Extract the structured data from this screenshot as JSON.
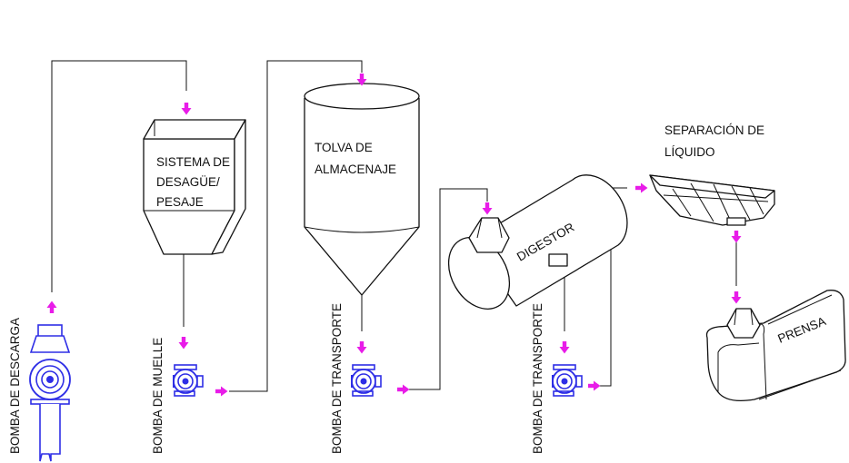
{
  "colors": {
    "arrow": "#E81CE8",
    "pump": "#2E2EE6",
    "line": "#111111",
    "background": "#ffffff"
  },
  "labels": {
    "bomba_descarga": "BOMBA DE DESCARGA",
    "bomba_muelle": "BOMBA DE MUELLE",
    "bomba_transporte_1": "BOMBA DE TRANSPORTE",
    "bomba_transporte_2": "BOMBA DE TRANSPORTE",
    "sistema_line1": "SISTEMA DE",
    "sistema_line2": "DESAGÜE/",
    "sistema_line3": "PESAJE",
    "tolva_line1": "TOLVA DE",
    "tolva_line2": "ALMACENAJE",
    "digestor": "DIGESTOR",
    "separacion_line1": "SEPARACIÓN DE",
    "separacion_line2": "LÍQUIDO",
    "prensa": "PRENSA"
  },
  "icons": [
    "downward-flow-arrow",
    "rightward-flow-arrow",
    "upward-flow-arrow",
    "pump-icon"
  ]
}
